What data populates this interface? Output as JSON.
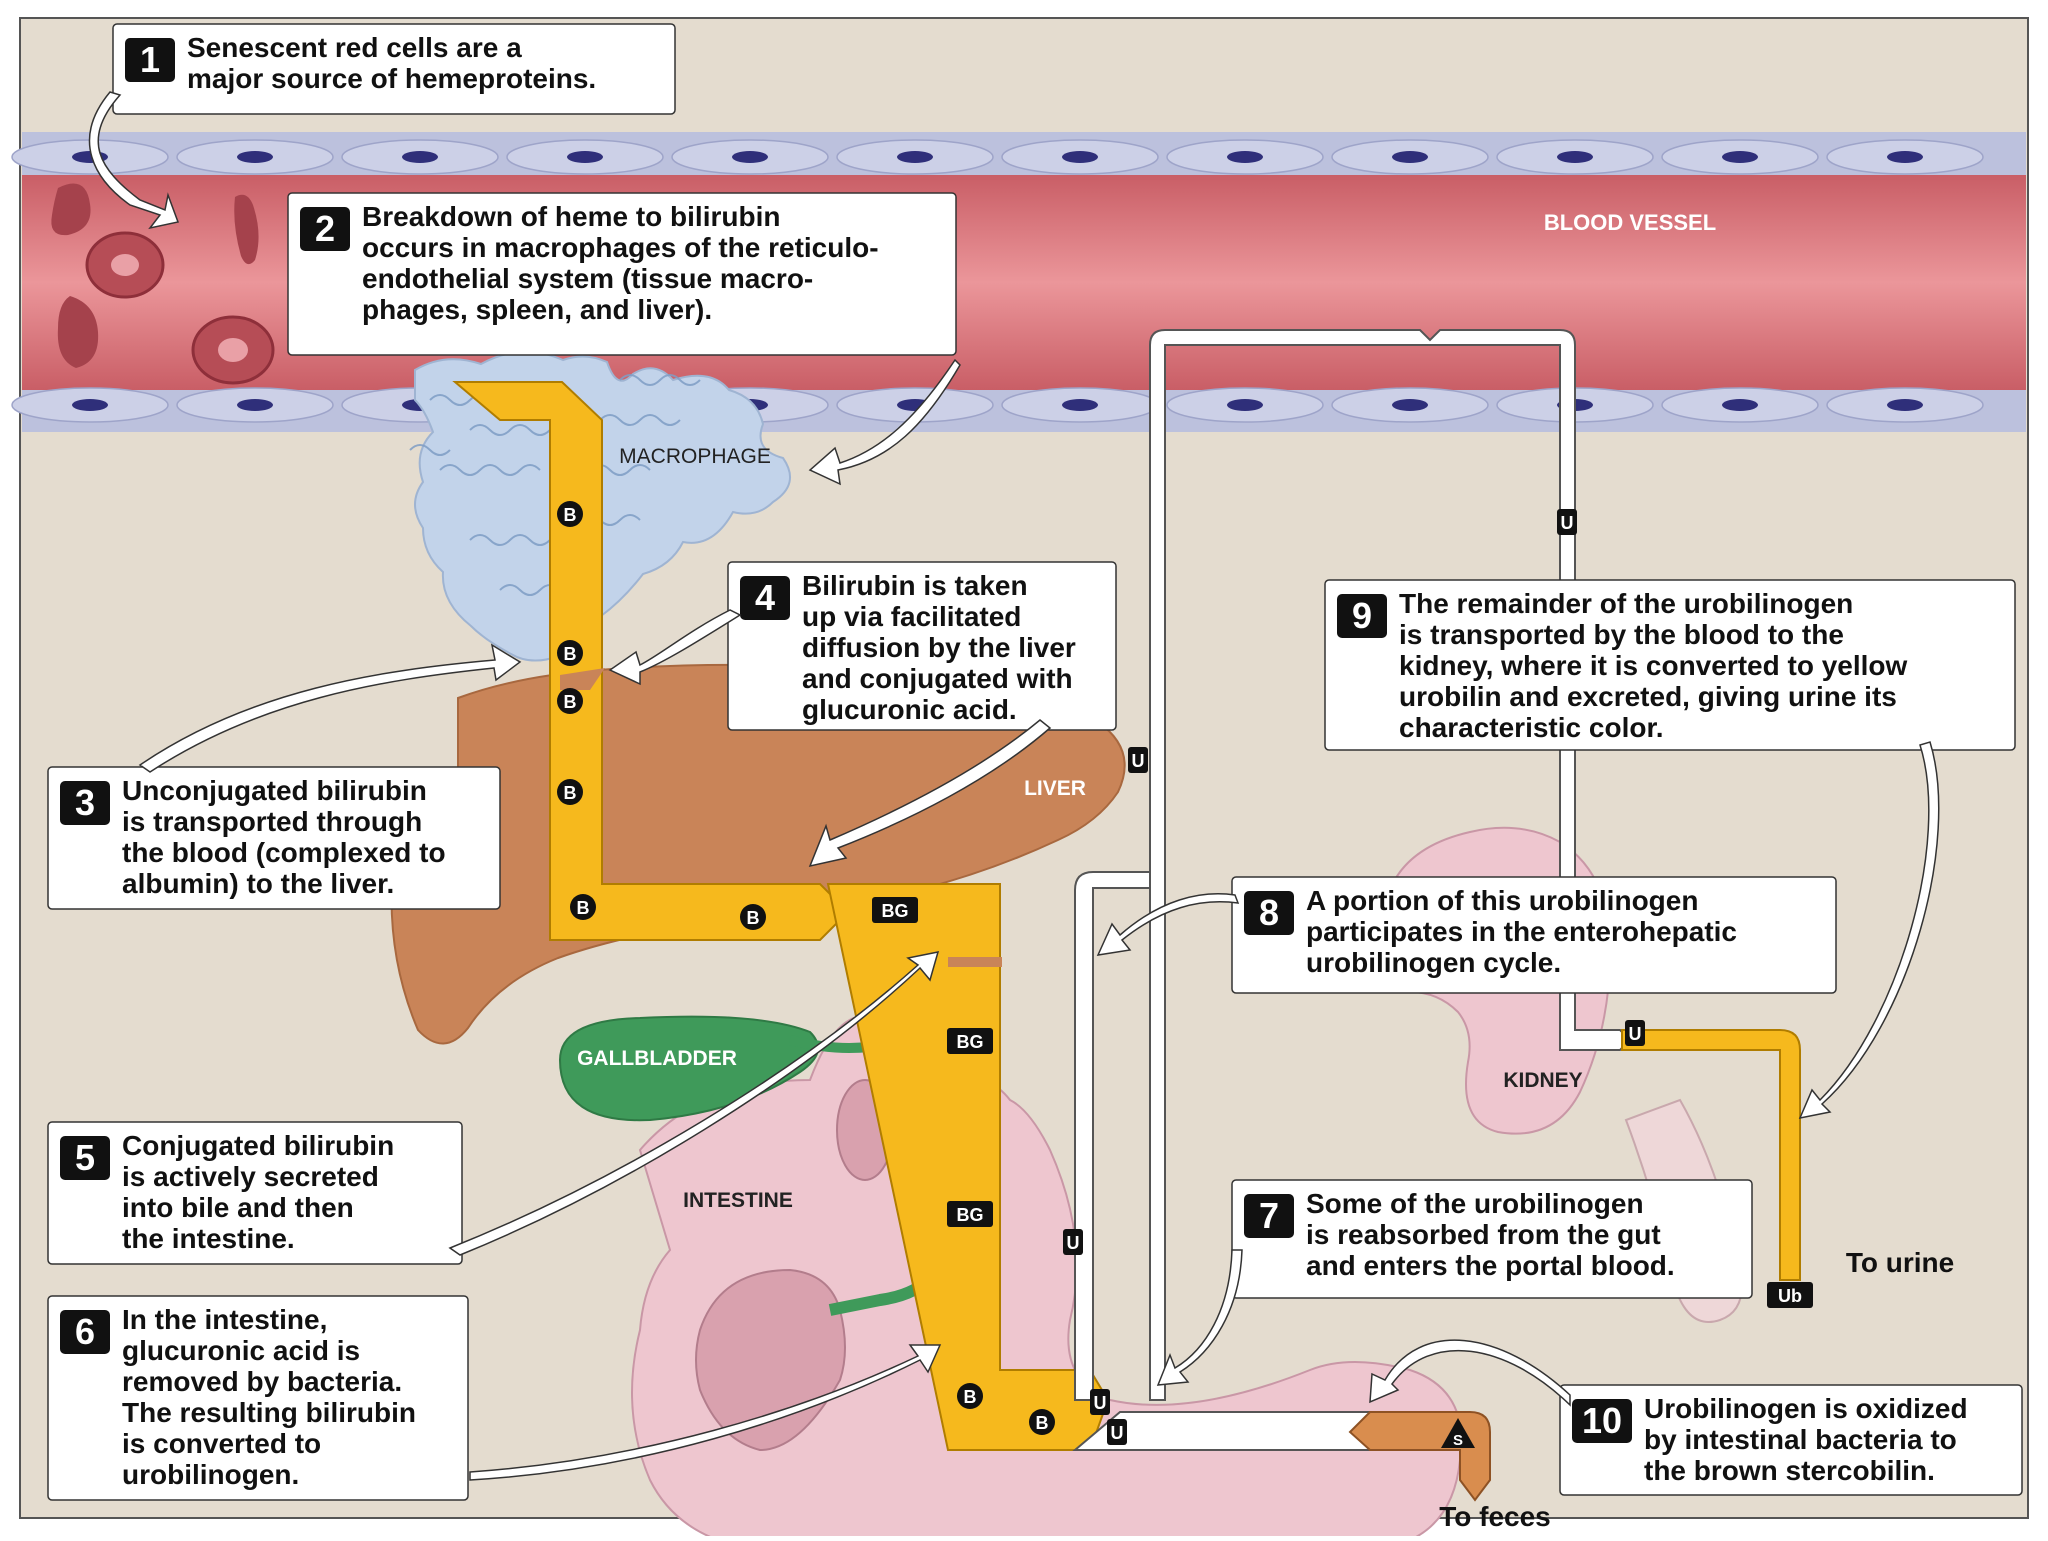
{
  "labels": {
    "blood_vessel": "BLOOD VESSEL",
    "macrophage": "MACROPHAGE",
    "liver": "LIVER",
    "gallbladder": "GALLBLADDER",
    "intestine": "INTESTINE",
    "kidney": "KIDNEY",
    "to_urine": "To urine",
    "to_feces": "To feces"
  },
  "badges": {
    "b": "B",
    "bg": "BG",
    "u": "U",
    "ub": "Ub",
    "s": "S"
  },
  "steps": [
    {
      "number": "1",
      "text": "Senescent red cells are a\nmajor source of hemeproteins."
    },
    {
      "number": "2",
      "text": "Breakdown of heme to bilirubin\noccurs in macrophages of the reticulo-\nendothelial system (tissue macro-\nphages, spleen, and liver)."
    },
    {
      "number": "3",
      "text": "Unconjugated bilirubin\nis transported through\nthe blood (complexed to\nalbumin) to the liver."
    },
    {
      "number": "4",
      "text": "Bilirubin is taken\nup via facilitated\ndiffusion by the liver\nand conjugated with\nglucuronic acid."
    },
    {
      "number": "5",
      "text": "Conjugated bilirubin\nis actively secreted\ninto bile and then\nthe intestine."
    },
    {
      "number": "6",
      "text": "In the intestine,\nglucuronic acid is\nremoved by bacteria.\nThe resulting bilirubin\nis converted to\nurobilinogen."
    },
    {
      "number": "7",
      "text": "Some of the urobilinogen\nis reabsorbed from the gut\nand enters the portal blood."
    },
    {
      "number": "8",
      "text": "A portion of this urobilinogen\nparticipates in the enterohepatic\nurobilinogen cycle."
    },
    {
      "number": "9",
      "text": "The remainder of the urobilinogen\nis transported by the blood to the\nkidney, where it is converted to yellow\nurobilin and excreted, giving urine its\ncharacteristic color."
    },
    {
      "number": "10",
      "text": "Urobilinogen is oxidized\nby intestinal bacteria to\nthe brown stercobilin."
    }
  ],
  "colors": {
    "background": "#e4dccf",
    "vessel": "#d7747a",
    "vessel_wall": "#b9bedb",
    "macrophage": "#c2d3ea",
    "liver": "#c98458",
    "gallbladder": "#3f9a5a",
    "intestine": "#eec6cf",
    "kidney": "#eec6cf",
    "bilirubin_path": "#f6b91d",
    "stercobilin": "#d98d4e"
  }
}
